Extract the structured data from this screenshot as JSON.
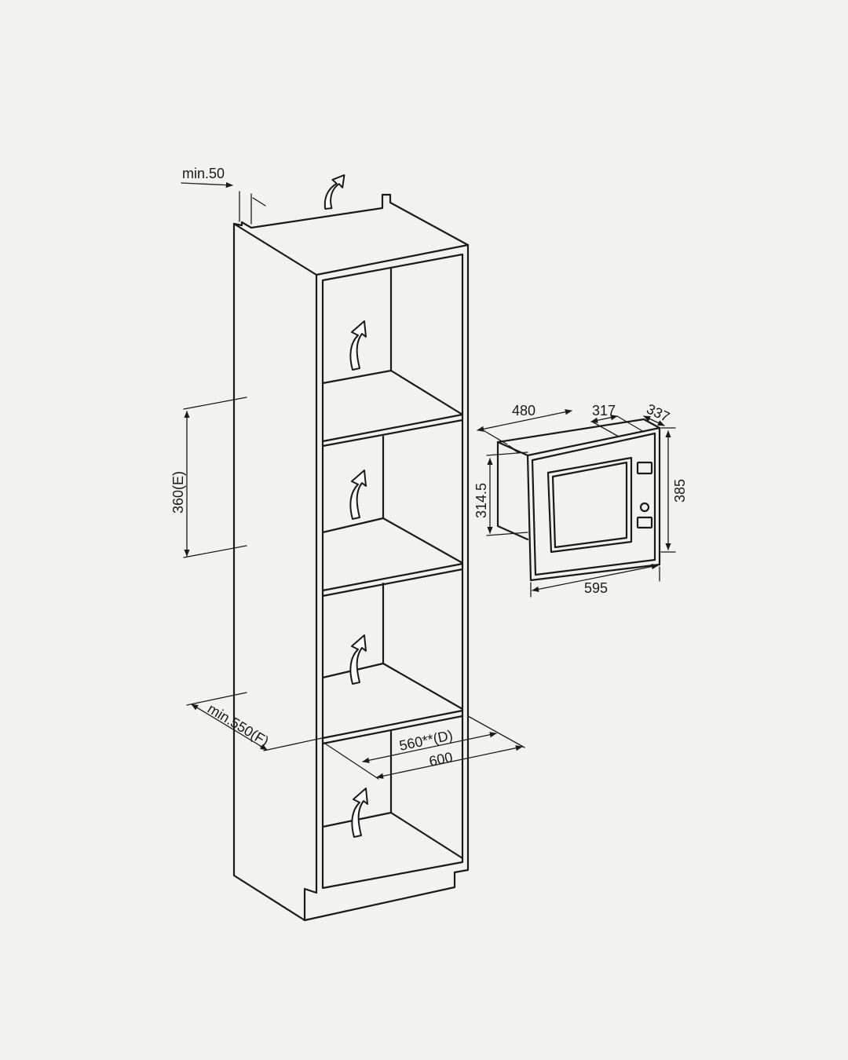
{
  "labels": {
    "min50": "min.50",
    "h360": "360(E)",
    "min550": "min.550(F)",
    "d560": "560**(D)",
    "w600": "600",
    "d480": "480",
    "d317": "317",
    "d337": "337",
    "h314": "314.5",
    "h385": "385",
    "w595": "595"
  },
  "colors": {
    "background": "#f2f2f0",
    "line": "#1a1a1a",
    "arrow_fill": "#ffffff"
  },
  "icons": {
    "airflow": "airflow-arrow-icon"
  }
}
